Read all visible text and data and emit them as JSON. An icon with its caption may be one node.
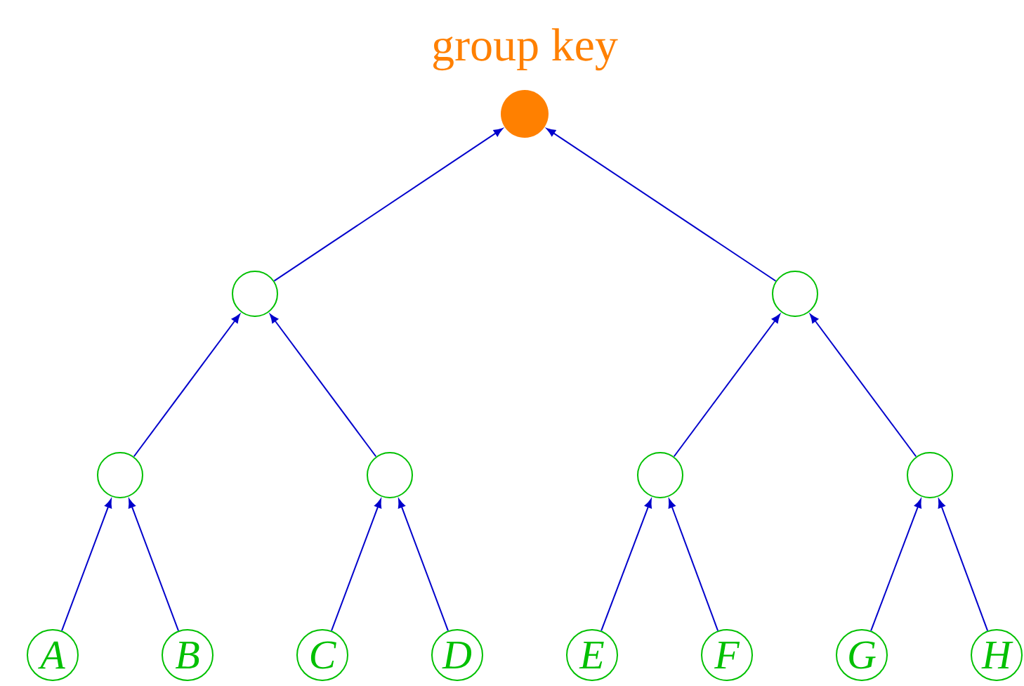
{
  "diagram": {
    "nodes": [
      {
        "text": [
          "group key"
        ]
      },
      {
        "text": [],
        "shape": "circle"
      },
      {
        "text": [],
        "shape": "circle"
      },
      {
        "text": [],
        "shape": "circle"
      },
      {
        "text": [],
        "shape": "circle"
      },
      {
        "text": [],
        "shape": "circle"
      },
      {
        "text": [],
        "shape": "circle"
      },
      {
        "text": [
          "A"
        ]
      },
      {
        "text": [
          "B"
        ]
      },
      {
        "text": [
          "C"
        ]
      },
      {
        "text": [
          "D"
        ]
      },
      {
        "text": [
          "E"
        ]
      },
      {
        "text": [
          "F"
        ]
      },
      {
        "text": [
          "G"
        ]
      },
      {
        "text": [
          "H"
        ]
      }
    ],
    "edges": [
      {
        "from": 1,
        "to": 0,
        "arrow": "to"
      },
      {
        "from": 2,
        "to": 0,
        "arrow": "to"
      },
      {
        "from": 3,
        "to": 1,
        "arrow": "to"
      },
      {
        "from": 4,
        "to": 1,
        "arrow": "to"
      },
      {
        "from": 5,
        "to": 2,
        "arrow": "to"
      },
      {
        "from": 6,
        "to": 2,
        "arrow": "to"
      },
      {
        "from": 7,
        "to": 3,
        "arrow": "to"
      },
      {
        "from": 8,
        "to": 3,
        "arrow": "to"
      },
      {
        "from": 9,
        "to": 4,
        "arrow": "to"
      },
      {
        "from": 10,
        "to": 4,
        "arrow": "to"
      },
      {
        "from": 11,
        "to": 5,
        "arrow": "to"
      },
      {
        "from": 12,
        "to": 5,
        "arrow": "to"
      },
      {
        "from": 13,
        "to": 6,
        "arrow": "to"
      },
      {
        "from": 14,
        "to": 6,
        "arrow": "to"
      }
    ]
  }
}
